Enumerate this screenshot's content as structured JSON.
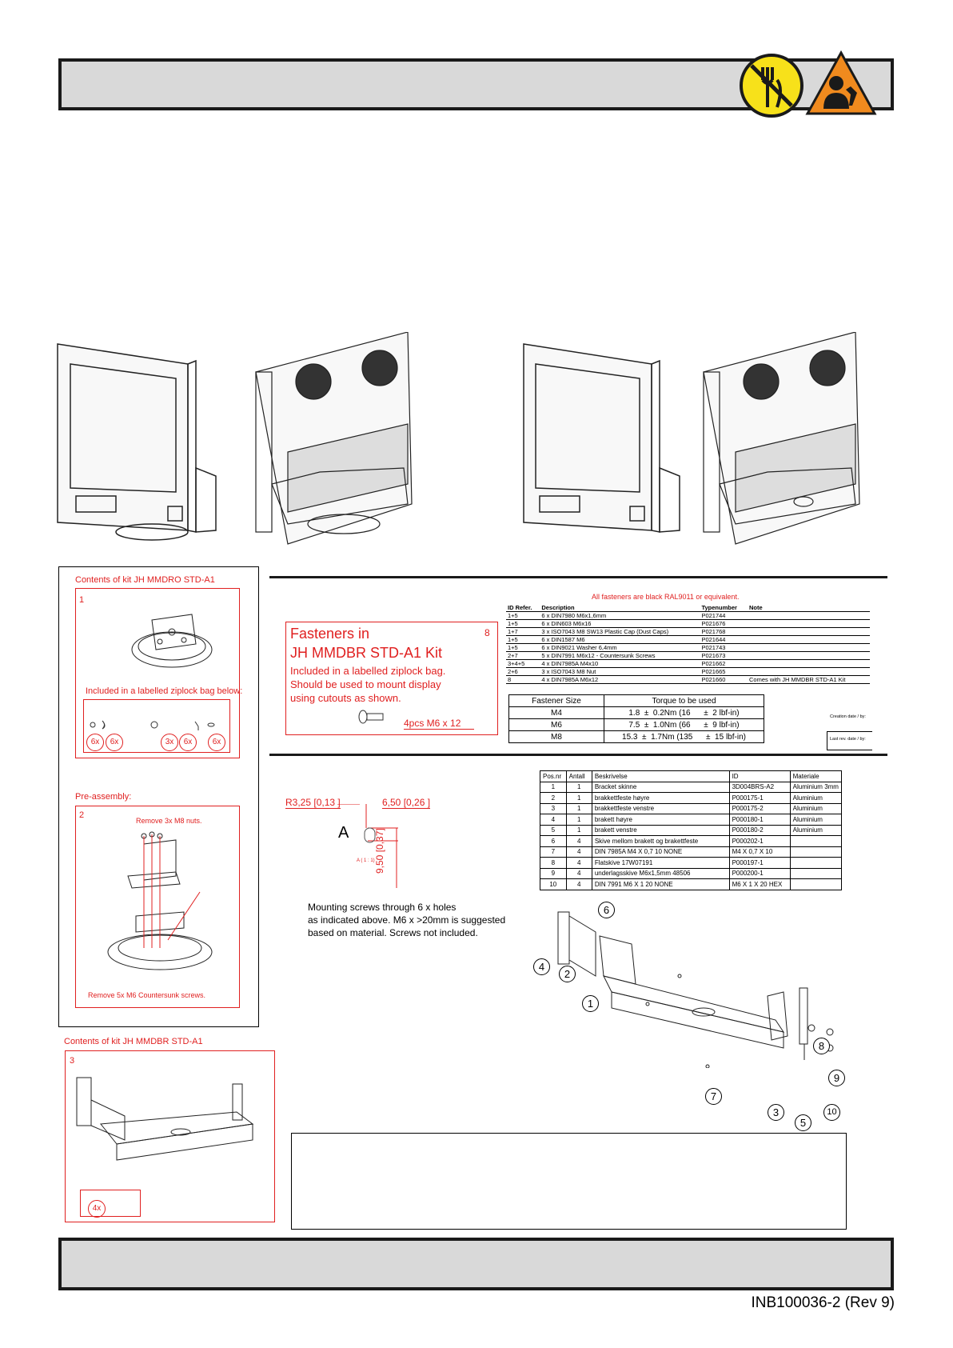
{
  "header": {
    "icons": [
      "no-food-icon",
      "maintenance-person-icon"
    ]
  },
  "kit_mmdro": {
    "title": "Contents of kit JH MMDRO STD-A1",
    "step1": "1",
    "ziplock_label": "Included in a labelled ziplock bag below:",
    "qty": [
      "6x",
      "6x",
      "3x",
      "6x",
      "6x"
    ],
    "preassembly_title": "Pre-assembly:",
    "step2": "2",
    "remove_nuts": "Remove 3x M8 nuts.",
    "remove_screws": "Remove 5x M6 Countersunk screws."
  },
  "kit_mmdbr": {
    "title": "Contents of kit JH MMDBR STD-A1",
    "step3": "3",
    "qty": "4x"
  },
  "fasteners": {
    "title_line1": "Fasteners in",
    "title_line2": "JH MMDBR STD-A1 Kit",
    "step": "8",
    "desc1": "Included in a labelled ziplock bag.",
    "desc2": "Should be used to mount display",
    "desc3": "using cutouts as shown.",
    "screw_label": "4pcs M6 x 12",
    "all_black": "All fasteners are black RAL9011 or equivalent.",
    "headers": [
      "ID Refer.",
      "Description",
      "Typenumber",
      "Note"
    ],
    "rows": [
      [
        "1+5",
        "6 x DIN7980 M6x1,6mm",
        "P021744",
        ""
      ],
      [
        "1+5",
        "6 x DIN603 M6x16",
        "P021676",
        ""
      ],
      [
        "1+7",
        "3 x ISO7043 M8 SW13 Plastic Cap (Dust Caps)",
        "P021768",
        ""
      ],
      [
        "1+5",
        "6 x DIN1587 M6",
        "P021644",
        ""
      ],
      [
        "1+5",
        "6 x DIN9021 Washer 6,4mm",
        "P021743",
        ""
      ],
      [
        "2+7",
        "5 x DIN7991 M6x12 - Countersunk Screws",
        "P021673",
        ""
      ],
      [
        "3+4+5",
        "4 x DIN7985A M4x10",
        "P021662",
        ""
      ],
      [
        "2+6",
        "3 x ISO7043 M8 Nut",
        "P021665",
        ""
      ],
      [
        "8",
        "4 x DIN7985A M6x12",
        "P021660",
        "Comes with JH MMDBR STD-A1 Kit"
      ]
    ]
  },
  "torque": {
    "headers": [
      "Fastener Size",
      "Torque to be used"
    ],
    "rows": [
      [
        "M4",
        "1.8  ±  0.2Nm (16      ±  2 lbf-in)"
      ],
      [
        "M6",
        "7.5  ±  1.0Nm (66      ±  9 lbf-in)"
      ],
      [
        "M8",
        "15.3  ±  1.7Nm (135      ±  15 lbf-in)"
      ]
    ],
    "creation": "Creation date / by:",
    "last_rev": "Last rev. date / by:"
  },
  "drawing": {
    "r_dim": "R3,25  [0,13 ]",
    "w_dim": "6,50  [0,26 ]",
    "h_dim": "9,50 [0,37]",
    "detail": "A",
    "detail_scale": "A ( 1 : 1)",
    "note1": "Mounting screws through 6 x holes",
    "note2": "as indicated above. M6 x >20mm is suggested",
    "note3": "based on material. Screws not included."
  },
  "parts": {
    "headers": [
      "Pos.nr",
      "Antall",
      "Beskrivelse",
      "ID",
      "Materiale"
    ],
    "rows": [
      [
        "1",
        "1",
        "Bracket skinne",
        "3D004BRS-A2",
        "Aluminium 3mm"
      ],
      [
        "2",
        "1",
        "brakkettfeste høyre",
        "P000175-1",
        "Aluminium"
      ],
      [
        "3",
        "1",
        "brakkettfeste venstre",
        "P000175-2",
        "Aluminium"
      ],
      [
        "4",
        "1",
        "brakett høyre",
        "P000180-1",
        "Aluminium"
      ],
      [
        "5",
        "1",
        "brakett venstre",
        "P000180-2",
        "Aluminium"
      ],
      [
        "6",
        "4",
        "Skive mellom brakett og brakettfeste",
        "P000202-1",
        ""
      ],
      [
        "7",
        "4",
        "DIN 7985A  M4 X 0,7  10  NONE",
        "M4 X 0,7 X 10",
        ""
      ],
      [
        "8",
        "4",
        "Flatskive 17W07191",
        "P000197-1",
        ""
      ],
      [
        "9",
        "4",
        "underlagsskive M6x1,5mm 48506",
        "P000200-1",
        ""
      ],
      [
        "10",
        "4",
        "DIN 7991  M6 X 1  20  NONE",
        "M6 X 1 X 20 HEX",
        ""
      ]
    ],
    "callouts": [
      "1",
      "2",
      "3",
      "4",
      "5",
      "6",
      "7",
      "8",
      "9",
      "10"
    ]
  },
  "footer": {
    "doc_number": "INB100036-2 (Rev 9)"
  }
}
